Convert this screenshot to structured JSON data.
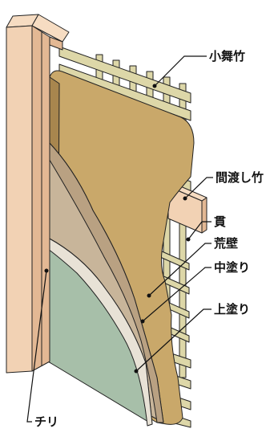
{
  "labels": {
    "komai_take": "小舞竹",
    "mawatashi_take": "間渡し竹",
    "nuki": "貫",
    "arakabe": "荒壁",
    "nakanuri": "中塗り",
    "uwanuri": "上塗り",
    "chiri": "チリ"
  },
  "colors": {
    "wood": "#f2d2b4",
    "wood_shade": "#e3b894",
    "bamboo": "#ddd7a8",
    "bamboo_shade": "#b8ad72",
    "arakabe": "#c9a86a",
    "arakabe_shade": "#a8864e",
    "nakanuri": "#c8b59a",
    "uwanuri": "#a7bfa9",
    "outline": "#222222"
  }
}
